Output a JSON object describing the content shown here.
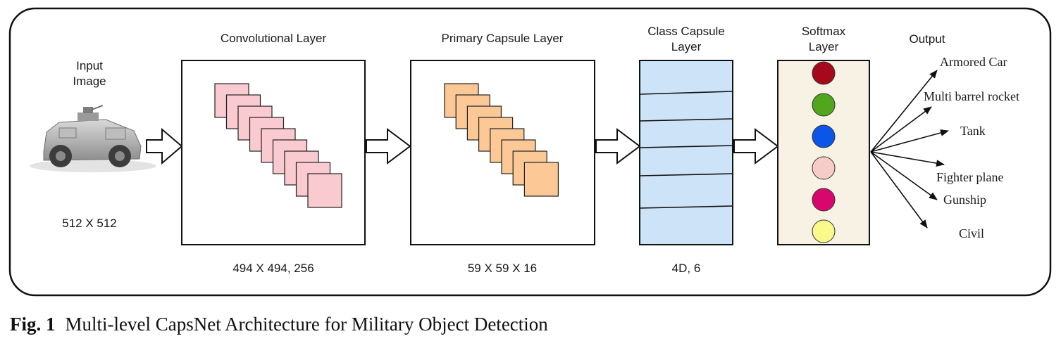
{
  "input": {
    "title_line1": "Input",
    "title_line2": "Image",
    "size": "512 X 512"
  },
  "conv": {
    "title": "Convolutional Layer",
    "dims": "494 X 494, 256",
    "fill": "#f9cacf"
  },
  "primary": {
    "title": "Primary Capsule Layer",
    "dims": "59 X 59 X 16",
    "fill": "#fbc896"
  },
  "class_caps": {
    "title_line1": "Class Capsule",
    "title_line2": "Layer",
    "dims": "4D, 6",
    "fill": "#cce3f8"
  },
  "softmax": {
    "title_line1": "Softmax",
    "title_line2": "Layer",
    "fill": "#f7f2e4",
    "circles": [
      {
        "color": "#a6091c"
      },
      {
        "color": "#51a61d"
      },
      {
        "color": "#0b55e8"
      },
      {
        "color": "#f6ccc9"
      },
      {
        "color": "#d6086e"
      },
      {
        "color": "#fafa8c"
      }
    ]
  },
  "output": {
    "title": "Output",
    "classes": [
      "Armored Car",
      "Multi barrel rocket",
      "Tank",
      "Fighter plane",
      "Gunship",
      "Civil"
    ]
  },
  "caption": {
    "label": "Fig. 1",
    "text": "Multi-level CapsNet Architecture for Military Object Detection"
  }
}
